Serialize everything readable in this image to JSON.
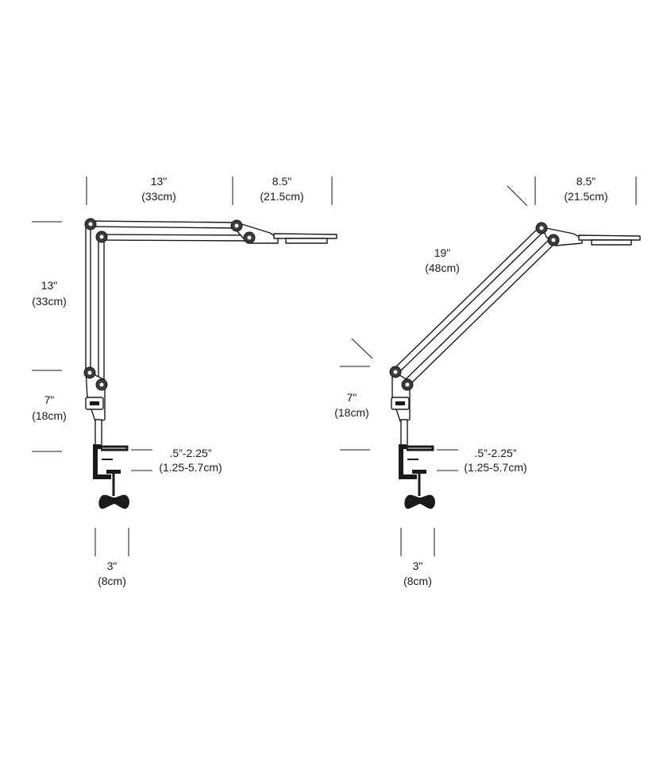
{
  "left_diagram": {
    "top_arm": {
      "imperial": "13\"",
      "metric": "(33cm)"
    },
    "head": {
      "imperial": "8.5\"",
      "metric": "(21.5cm)"
    },
    "vertical_arm": {
      "imperial": "13\"",
      "metric": "(33cm)"
    },
    "post": {
      "imperial": "7\"",
      "metric": "(18cm)"
    },
    "clamp_range": {
      "imperial": ".5”-2.25”",
      "metric": "(1.25-5.7cm)"
    },
    "base_width": {
      "imperial": "3\"",
      "metric": "(8cm)"
    }
  },
  "right_diagram": {
    "head": {
      "imperial": "8.5\"",
      "metric": "(21.5cm)"
    },
    "diagonal_arm": {
      "imperial": "19\"",
      "metric": "(48cm)"
    },
    "post": {
      "imperial": "7\"",
      "metric": "(18cm)"
    },
    "clamp_range": {
      "imperial": ".5”-2.25”",
      "metric": "(1.25-5.7cm)"
    },
    "base_width": {
      "imperial": "3\"",
      "metric": "(8cm)"
    }
  },
  "colors": {
    "line": "#1a1a1a",
    "hub": "#3a3a3a",
    "background": "#ffffff"
  }
}
